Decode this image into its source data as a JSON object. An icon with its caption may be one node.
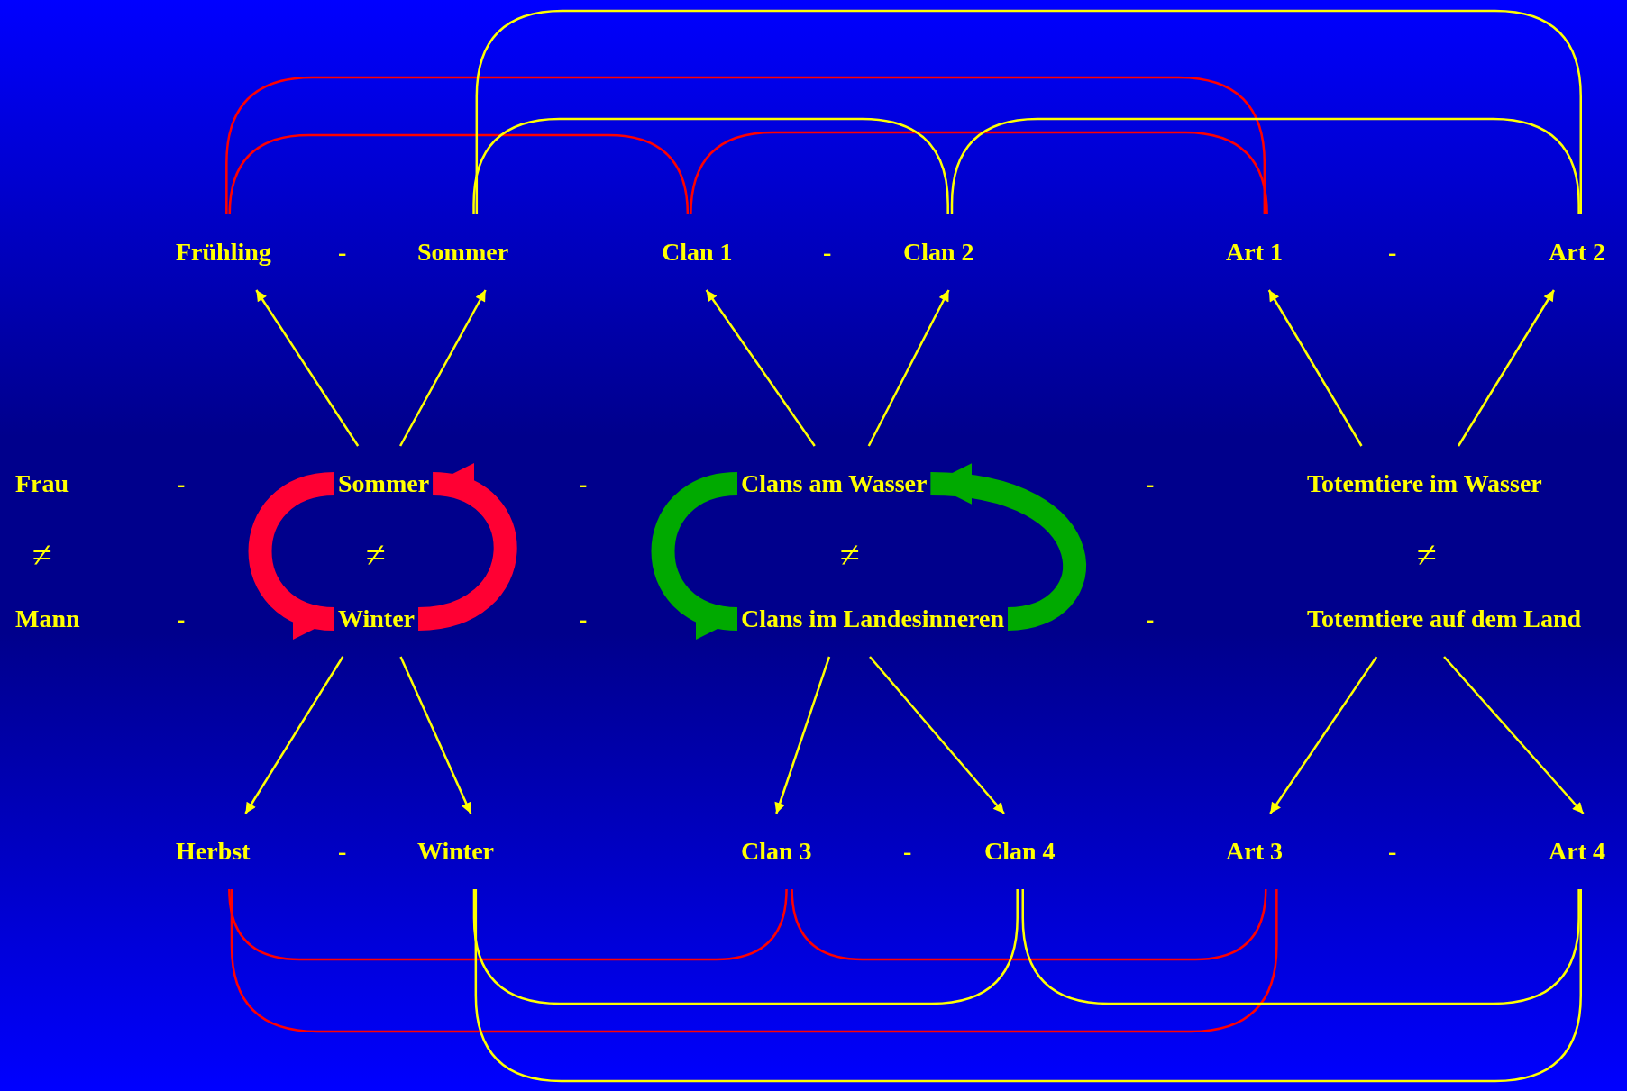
{
  "diagram": {
    "nodes": [
      {
        "text": [
          "Frühling"
        ]
      },
      {
        "text": [
          "Sommer"
        ]
      },
      {
        "text": [
          "Clan 1"
        ]
      },
      {
        "text": [
          "Clan 2"
        ]
      },
      {
        "text": [
          "Art 1"
        ]
      },
      {
        "text": [
          "Art 2"
        ]
      },
      {
        "text": [
          "Frau"
        ]
      },
      {
        "text": [
          "Sommer"
        ]
      },
      {
        "text": [
          "Clans am Wasser"
        ]
      },
      {
        "text": [
          "Totemtiere im Wasser"
        ]
      },
      {
        "text": [
          "Mann"
        ]
      },
      {
        "text": [
          "Winter"
        ]
      },
      {
        "text": [
          "Clans im Landesinneren"
        ]
      },
      {
        "text": [
          "Totemtiere auf dem Land"
        ]
      },
      {
        "text": [
          "Herbst"
        ]
      },
      {
        "text": [
          "Winter"
        ]
      },
      {
        "text": [
          "Clan 3"
        ]
      },
      {
        "text": [
          "Clan 4"
        ]
      },
      {
        "text": [
          "Art 3"
        ]
      },
      {
        "text": [
          "Art 4"
        ]
      }
    ],
    "edges": [
      {
        "from": 7,
        "to": 0,
        "arrow": "to"
      },
      {
        "from": 7,
        "to": 1,
        "arrow": "to"
      },
      {
        "from": 8,
        "to": 2,
        "arrow": "to"
      },
      {
        "from": 8,
        "to": 3,
        "arrow": "to"
      },
      {
        "from": 9,
        "to": 4,
        "arrow": "to"
      },
      {
        "from": 9,
        "to": 5,
        "arrow": "to"
      },
      {
        "from": 11,
        "to": 14,
        "arrow": "to"
      },
      {
        "from": 11,
        "to": 15,
        "arrow": "to"
      },
      {
        "from": 12,
        "to": 16,
        "arrow": "to"
      },
      {
        "from": 12,
        "to": 17,
        "arrow": "to"
      },
      {
        "from": 13,
        "to": 18,
        "arrow": "to"
      },
      {
        "from": 13,
        "to": 19,
        "arrow": "to"
      },
      {
        "from": 7,
        "to": 11,
        "arrow": "to",
        "style": "thick",
        "color": "#ff0033"
      },
      {
        "from": 11,
        "to": 7,
        "arrow": "to",
        "style": "thick",
        "color": "#ff0033"
      },
      {
        "from": 8,
        "to": 12,
        "arrow": "to",
        "style": "thick",
        "color": "#00aa00"
      },
      {
        "from": 12,
        "to": 8,
        "arrow": "to",
        "style": "thick",
        "color": "#00aa00"
      },
      {
        "from": 0,
        "to": 4,
        "arrow": "none",
        "color": "#ff0000"
      },
      {
        "from": 0,
        "to": 2,
        "arrow": "none",
        "color": "#ff0000"
      },
      {
        "from": 2,
        "to": 4,
        "arrow": "none",
        "color": "#ff0000"
      },
      {
        "from": 1,
        "to": 5,
        "arrow": "none"
      },
      {
        "from": 1,
        "to": 3,
        "arrow": "none"
      },
      {
        "from": 3,
        "to": 5,
        "arrow": "none"
      },
      {
        "from": 14,
        "to": 16,
        "arrow": "none",
        "color": "#ff0000"
      },
      {
        "from": 16,
        "to": 18,
        "arrow": "none",
        "color": "#ff0000"
      },
      {
        "from": 14,
        "to": 18,
        "arrow": "none",
        "color": "#ff0000"
      },
      {
        "from": 15,
        "to": 17,
        "arrow": "none"
      },
      {
        "from": 17,
        "to": 19,
        "arrow": "none"
      },
      {
        "from": 15,
        "to": 19,
        "arrow": "none"
      }
    ],
    "labels": [
      "-",
      "-",
      "-",
      "-",
      "-",
      "-",
      "≠",
      "≠",
      "≠",
      "≠",
      "-",
      "-",
      "-",
      "-",
      "-",
      "-"
    ]
  }
}
